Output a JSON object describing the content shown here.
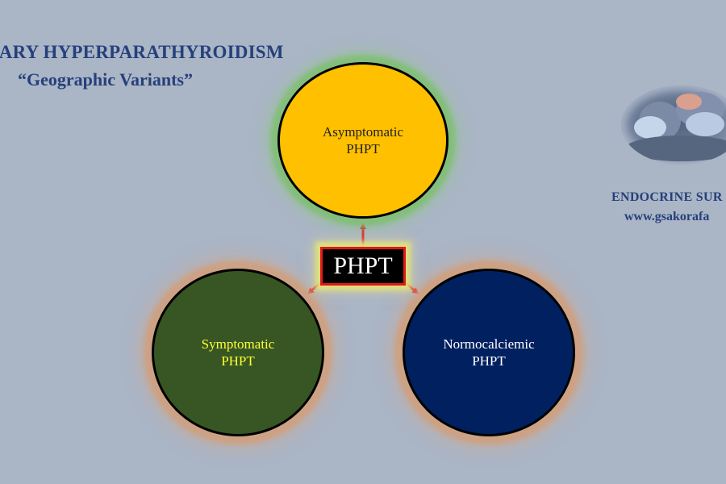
{
  "title": {
    "line1": "XARY HYPERPARATHYROIDISM",
    "line2": "“Geographic Variants”"
  },
  "center": {
    "label": "PHPT"
  },
  "nodes": {
    "top": {
      "line1": "Asymptomatic",
      "line2": "PHPT"
    },
    "left": {
      "line1": "Symptomatic",
      "line2": "PHPT"
    },
    "right": {
      "line1": "Normocalciemic",
      "line2": "PHPT"
    }
  },
  "brand": {
    "line1": "ENDOCRINE SUR",
    "line2": "www.gsakorafa"
  },
  "colors": {
    "background": "#aab5c6",
    "title": "#26407a",
    "asymptomatic_fill": "#ffc000",
    "symptomatic_fill": "#375623",
    "symptomatic_text": "#ffff33",
    "normocalciemic_fill": "#002060",
    "arrow": "#e01818"
  }
}
